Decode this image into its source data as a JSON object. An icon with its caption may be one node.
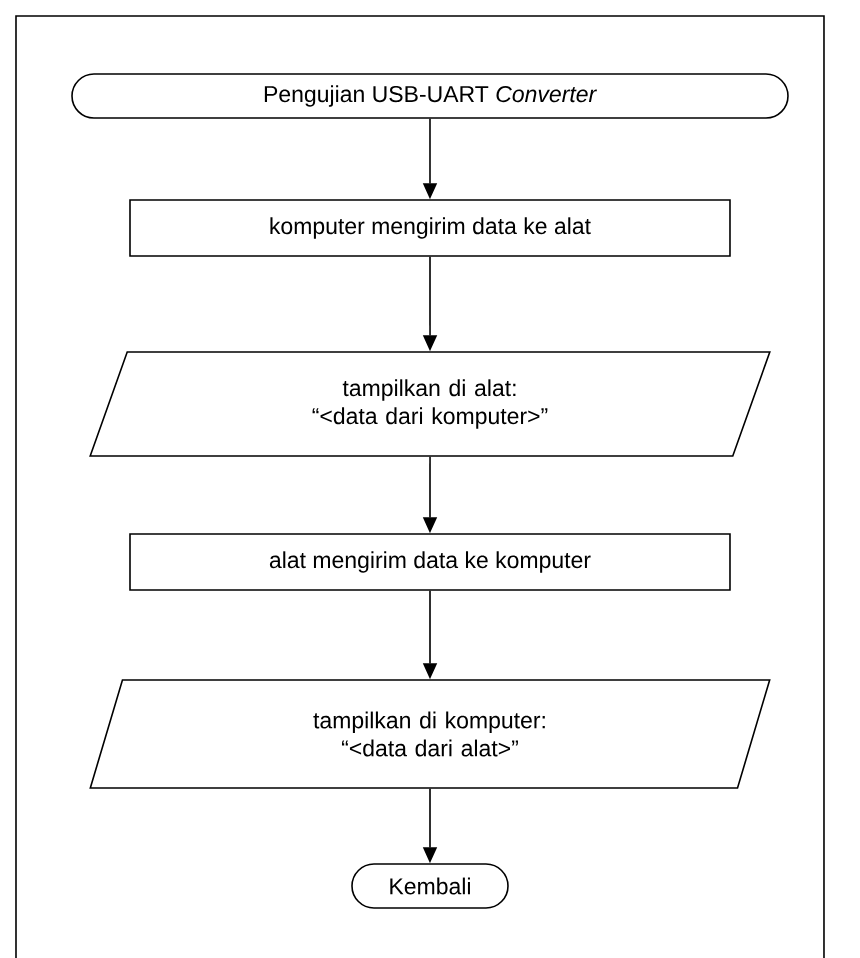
{
  "diagram": {
    "nodes": [
      {
        "text": [
          "Pengujian USB-UART *Converter*"
        ]
      },
      {
        "text": [
          "komputer mengirim data ke alat"
        ]
      },
      {
        "text": [
          "tampilkan di alat: “<data dari komputer>”"
        ]
      },
      {
        "text": [
          "alat mengirim data ke komputer"
        ]
      },
      {
        "text": [
          "tampilkan di komputer: “<data dari alat>”"
        ]
      },
      {
        "text": [
          "Kembali"
        ]
      }
    ],
    "edges": [
      {
        "from": 0,
        "to": 1,
        "arrow": "to"
      },
      {
        "from": 1,
        "to": 2,
        "arrow": "to"
      },
      {
        "from": 2,
        "to": 3,
        "arrow": "to"
      },
      {
        "from": 3,
        "to": 4,
        "arrow": "to"
      },
      {
        "from": 4,
        "to": 5,
        "arrow": "to"
      }
    ]
  }
}
